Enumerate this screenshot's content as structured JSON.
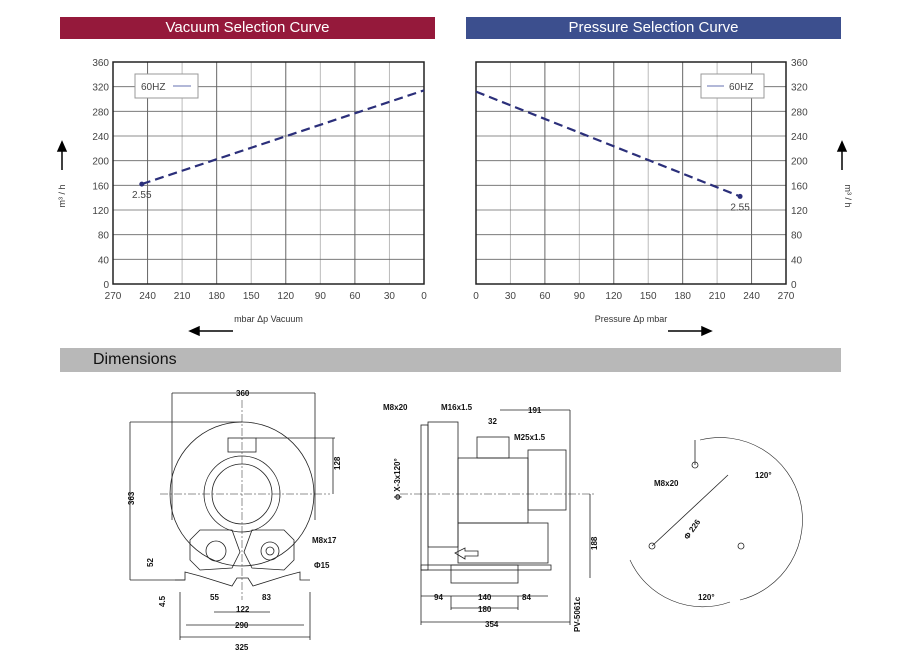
{
  "vacuum_title": "Vacuum Selection Curve",
  "pressure_title": "Pressure Selection Curve",
  "dimensions_title": "Dimensions",
  "chart_data": [
    {
      "type": "line",
      "title": "Vacuum Selection Curve",
      "xlabel": "mbar   Δp  Vacuum",
      "ylabel": "m³ / h",
      "x_ticks": [
        270,
        240,
        210,
        180,
        150,
        120,
        90,
        60,
        30,
        0
      ],
      "y_ticks": [
        0,
        40,
        80,
        120,
        160,
        200,
        240,
        280,
        320,
        360
      ],
      "xlim": [
        270,
        0
      ],
      "ylim": [
        0,
        360
      ],
      "grid": true,
      "legend": "top-left",
      "series": [
        {
          "name": "60HZ",
          "color": "#2b2f7a",
          "x": [
            245,
            0
          ],
          "y": [
            162,
            314
          ]
        }
      ],
      "annotations": [
        {
          "text": "2.55",
          "x": 245,
          "y": 162
        }
      ],
      "x_arrow": "left",
      "y_side": "left"
    },
    {
      "type": "line",
      "title": "Pressure Selection Curve",
      "xlabel": "Pressure   Δp    mbar",
      "ylabel": "m³ / h",
      "x_ticks": [
        0,
        30,
        60,
        90,
        120,
        150,
        180,
        210,
        240,
        270
      ],
      "y_ticks": [
        0,
        40,
        80,
        120,
        160,
        200,
        240,
        280,
        320,
        360
      ],
      "xlim": [
        0,
        270
      ],
      "ylim": [
        0,
        360
      ],
      "grid": true,
      "legend": "top-right",
      "series": [
        {
          "name": "60HZ",
          "color": "#2b2f7a",
          "x": [
            0,
            230
          ],
          "y": [
            312,
            142
          ]
        }
      ],
      "annotations": [
        {
          "text": "2.55",
          "x": 230,
          "y": 142
        }
      ],
      "x_arrow": "right",
      "y_side": "right"
    }
  ],
  "front_view": {
    "d360": "360",
    "d128": "128",
    "d363": "363",
    "d52": "52",
    "d4_5": "4.5",
    "d55": "55",
    "d83": "83",
    "d122": "122",
    "d290": "290",
    "d325": "325",
    "m8x17": "M8x17",
    "phi15": "Φ15"
  },
  "side_view": {
    "m8x20": "M8x20",
    "m16": "M16x1.5",
    "m25": "M25x1.5",
    "d32": "32",
    "d191": "191",
    "phix": "ϕ X-3x120°",
    "d188": "188",
    "d94": "94",
    "d140": "140",
    "d84": "84",
    "d180": "180",
    "d354": "354",
    "model": "PV-5061c"
  },
  "flange_view": {
    "m8x20": "M8x20",
    "phi226": "Φ 226",
    "a1": "120°",
    "a2": "120°"
  }
}
